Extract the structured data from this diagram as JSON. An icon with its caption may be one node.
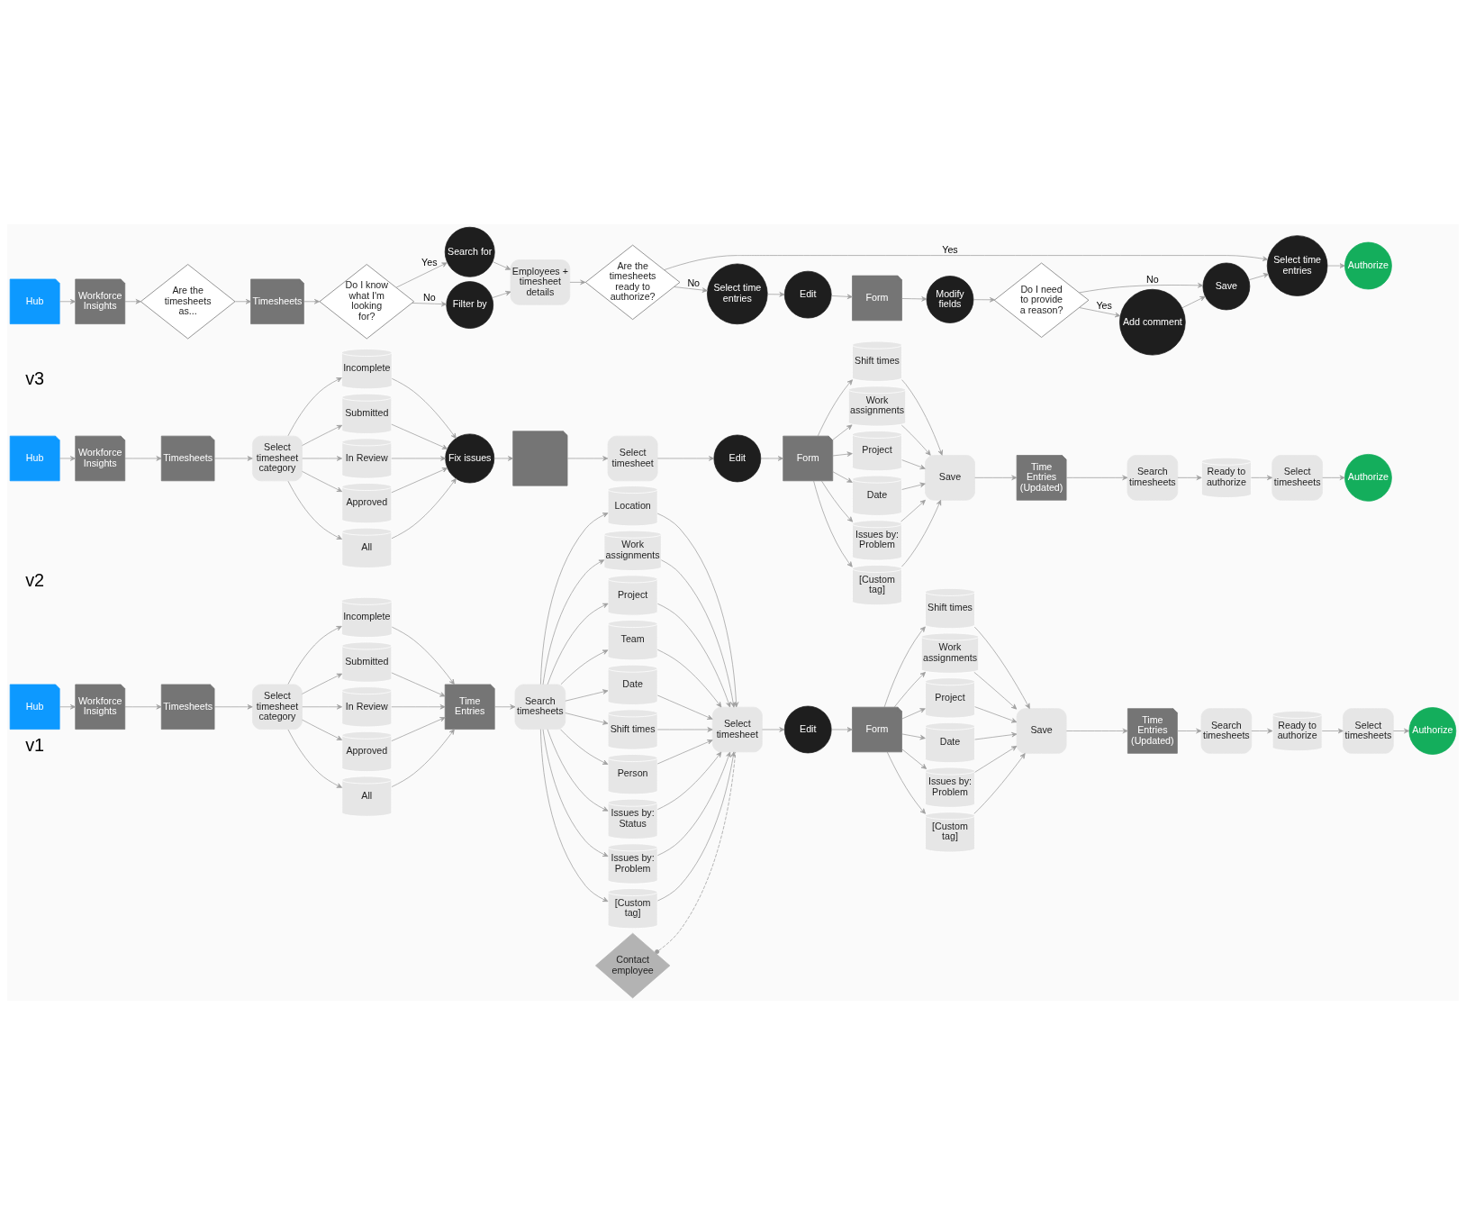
{
  "diagram": {
    "nodes": [
      {
        "text": [
          "Hub"
        ]
      },
      {
        "text": [
          "Workforce Insights"
        ]
      },
      {
        "text": [
          "Timesheets"
        ]
      },
      {
        "text": [
          "Select timesheet category"
        ]
      },
      {
        "text": [
          "Incomplete"
        ]
      },
      {
        "text": [
          "Submitted"
        ]
      },
      {
        "text": [
          "In Review"
        ]
      },
      {
        "text": [
          "Approved"
        ]
      },
      {
        "text": [
          "All"
        ]
      },
      {
        "text": [
          "Time Entries"
        ]
      },
      {
        "text": [
          "Search timesheets"
        ]
      },
      {
        "text": [
          "Location"
        ]
      },
      {
        "text": [
          "Work assignments"
        ]
      },
      {
        "text": [
          "Project"
        ]
      },
      {
        "text": [
          "Team"
        ]
      },
      {
        "text": [
          "Date"
        ]
      },
      {
        "text": [
          "Shift times"
        ]
      },
      {
        "text": [
          "Person"
        ]
      },
      {
        "text": [
          "Issues by: Status"
        ]
      },
      {
        "text": [
          "Issues by: Problem"
        ]
      },
      {
        "text": [
          "[Custom tag]"
        ]
      },
      {
        "text": [
          "Contact employee"
        ]
      },
      {
        "text": [
          "Select timesheet"
        ]
      },
      {
        "text": [
          "Edit"
        ]
      },
      {
        "text": [
          "Form"
        ]
      },
      {
        "text": [
          "Shift times"
        ]
      },
      {
        "text": [
          "Work assignments"
        ]
      },
      {
        "text": [
          "Project"
        ]
      },
      {
        "text": [
          "Date"
        ]
      },
      {
        "text": [
          "Issues by: Problem"
        ]
      },
      {
        "text": [
          "[Custom tag]"
        ]
      },
      {
        "text": [
          "Save"
        ]
      },
      {
        "text": [
          "Time Entries (Updated)"
        ]
      },
      {
        "text": [
          "Search timesheets"
        ]
      },
      {
        "text": [
          "Ready to authorize"
        ]
      },
      {
        "text": [
          "Select timesheets"
        ]
      },
      {
        "text": [
          "Authorize"
        ]
      },
      {
        "text": [
          "Hub"
        ]
      },
      {
        "text": [
          "Workforce Insights"
        ]
      },
      {
        "text": [
          "Timesheets"
        ]
      },
      {
        "text": [
          "Select timesheet category"
        ]
      },
      {
        "text": [
          "Incomplete"
        ]
      },
      {
        "text": [
          "Submitted"
        ]
      },
      {
        "text": [
          "In Review"
        ]
      },
      {
        "text": [
          "Approved"
        ]
      },
      {
        "text": [
          "All"
        ]
      },
      {
        "text": [
          "Fix issues"
        ]
      },
      {
        "text": [],
        "shape": "document"
      },
      {
        "text": [
          "Select timesheet"
        ]
      },
      {
        "text": [
          "Edit"
        ]
      },
      {
        "text": [
          "Form"
        ]
      },
      {
        "text": [
          "Shift times"
        ]
      },
      {
        "text": [
          "Work assignments"
        ]
      },
      {
        "text": [
          "Project"
        ]
      },
      {
        "text": [
          "Date"
        ]
      },
      {
        "text": [
          "Issues by: Problem"
        ]
      },
      {
        "text": [
          "[Custom tag]"
        ]
      },
      {
        "text": [
          "Save"
        ]
      },
      {
        "text": [
          "Time Entries (Updated)"
        ]
      },
      {
        "text": [
          "Search timesheets"
        ]
      },
      {
        "text": [
          "Ready to authorize"
        ]
      },
      {
        "text": [
          "Select timesheets"
        ]
      },
      {
        "text": [
          "Authorize"
        ]
      },
      {
        "text": [
          "Hub"
        ]
      },
      {
        "text": [
          "Workforce Insights"
        ]
      },
      {
        "text": [
          "Are the timesheets as..."
        ]
      },
      {
        "text": [
          "Timesheets"
        ]
      },
      {
        "text": [
          "Do I know what I'm looking for?"
        ]
      },
      {
        "text": [
          "Search for"
        ]
      },
      {
        "text": [
          "Filter by"
        ]
      },
      {
        "text": [
          "Employees + timesheet details"
        ]
      },
      {
        "text": [
          "Are the timesheets ready to authorize?"
        ]
      },
      {
        "text": [
          "Select time entries"
        ]
      },
      {
        "text": [
          "Authorize"
        ]
      },
      {
        "text": [
          "Select time entries"
        ]
      },
      {
        "text": [
          "Edit"
        ]
      },
      {
        "text": [
          "Form"
        ]
      },
      {
        "text": [
          "Modify fields"
        ]
      },
      {
        "text": [
          "Do I need to provide a reason?"
        ]
      },
      {
        "text": [
          "Save"
        ]
      },
      {
        "text": [
          "Add comment"
        ]
      }
    ],
    "edges": [
      {
        "from": 0,
        "to": 1,
        "arrow": "to"
      },
      {
        "from": 1,
        "to": 2,
        "arrow": "to"
      },
      {
        "from": 2,
        "to": 3,
        "arrow": "to"
      },
      {
        "from": 3,
        "to": 4,
        "arrow": "to"
      },
      {
        "from": 3,
        "to": 5,
        "arrow": "to"
      },
      {
        "from": 3,
        "to": 6,
        "arrow": "to"
      },
      {
        "from": 3,
        "to": 7,
        "arrow": "to"
      },
      {
        "from": 3,
        "to": 8,
        "arrow": "to"
      },
      {
        "from": 4,
        "to": 9,
        "arrow": "to"
      },
      {
        "from": 5,
        "to": 9,
        "arrow": "to"
      },
      {
        "from": 6,
        "to": 9,
        "arrow": "to"
      },
      {
        "from": 7,
        "to": 9,
        "arrow": "to"
      },
      {
        "from": 8,
        "to": 9,
        "arrow": "to"
      },
      {
        "from": 9,
        "to": 10,
        "arrow": "to"
      },
      {
        "from": 10,
        "to": 11,
        "arrow": "to"
      },
      {
        "from": 10,
        "to": 12,
        "arrow": "to"
      },
      {
        "from": 10,
        "to": 13,
        "arrow": "to"
      },
      {
        "from": 10,
        "to": 14,
        "arrow": "to"
      },
      {
        "from": 10,
        "to": 15,
        "arrow": "to"
      },
      {
        "from": 10,
        "to": 16,
        "arrow": "to"
      },
      {
        "from": 10,
        "to": 17,
        "arrow": "to"
      },
      {
        "from": 10,
        "to": 18,
        "arrow": "to"
      },
      {
        "from": 10,
        "to": 19,
        "arrow": "to"
      },
      {
        "from": 10,
        "to": 20,
        "arrow": "to"
      },
      {
        "from": 11,
        "to": 22,
        "arrow": "to"
      },
      {
        "from": 12,
        "to": 22,
        "arrow": "to"
      },
      {
        "from": 13,
        "to": 22,
        "arrow": "to"
      },
      {
        "from": 14,
        "to": 22,
        "arrow": "to"
      },
      {
        "from": 15,
        "to": 22,
        "arrow": "to"
      },
      {
        "from": 16,
        "to": 22,
        "arrow": "to"
      },
      {
        "from": 17,
        "to": 22,
        "arrow": "to"
      },
      {
        "from": 18,
        "to": 22,
        "arrow": "to"
      },
      {
        "from": 19,
        "to": 22,
        "arrow": "to"
      },
      {
        "from": 20,
        "to": 22,
        "arrow": "to"
      },
      {
        "from": 21,
        "to": 22,
        "arrow": "other",
        "style": "dashed"
      },
      {
        "from": 22,
        "to": 23,
        "arrow": "to"
      },
      {
        "from": 23,
        "to": 24,
        "arrow": "to"
      },
      {
        "from": 24,
        "to": 25,
        "arrow": "to"
      },
      {
        "from": 24,
        "to": 26,
        "arrow": "to"
      },
      {
        "from": 24,
        "to": 27,
        "arrow": "to"
      },
      {
        "from": 24,
        "to": 28,
        "arrow": "to"
      },
      {
        "from": 24,
        "to": 29,
        "arrow": "to"
      },
      {
        "from": 24,
        "to": 30,
        "arrow": "to"
      },
      {
        "from": 25,
        "to": 31,
        "arrow": "to"
      },
      {
        "from": 26,
        "to": 31,
        "arrow": "to"
      },
      {
        "from": 27,
        "to": 31,
        "arrow": "to"
      },
      {
        "from": 28,
        "to": 31,
        "arrow": "to"
      },
      {
        "from": 29,
        "to": 31,
        "arrow": "to"
      },
      {
        "from": 30,
        "to": 31,
        "arrow": "to"
      },
      {
        "from": 31,
        "to": 32,
        "arrow": "to"
      },
      {
        "from": 32,
        "to": 33,
        "arrow": "to"
      },
      {
        "from": 33,
        "to": 34,
        "arrow": "to"
      },
      {
        "from": 34,
        "to": 35,
        "arrow": "to"
      },
      {
        "from": 35,
        "to": 36,
        "arrow": "to"
      },
      {
        "from": 37,
        "to": 38,
        "arrow": "to"
      },
      {
        "from": 38,
        "to": 39,
        "arrow": "to"
      },
      {
        "from": 39,
        "to": 40,
        "arrow": "to"
      },
      {
        "from": 40,
        "to": 41,
        "arrow": "to"
      },
      {
        "from": 40,
        "to": 42,
        "arrow": "to"
      },
      {
        "from": 40,
        "to": 43,
        "arrow": "to"
      },
      {
        "from": 40,
        "to": 44,
        "arrow": "to"
      },
      {
        "from": 40,
        "to": 45,
        "arrow": "to"
      },
      {
        "from": 41,
        "to": 46,
        "arrow": "to"
      },
      {
        "from": 42,
        "to": 46,
        "arrow": "to"
      },
      {
        "from": 43,
        "to": 46,
        "arrow": "to"
      },
      {
        "from": 44,
        "to": 46,
        "arrow": "to"
      },
      {
        "from": 45,
        "to": 46,
        "arrow": "to"
      },
      {
        "from": 46,
        "to": 47,
        "arrow": "to"
      },
      {
        "from": 47,
        "to": 48,
        "arrow": "to"
      },
      {
        "from": 48,
        "to": 49,
        "arrow": "to"
      },
      {
        "from": 49,
        "to": 50,
        "arrow": "to"
      },
      {
        "from": 50,
        "to": 51,
        "arrow": "to"
      },
      {
        "from": 50,
        "to": 52,
        "arrow": "to"
      },
      {
        "from": 50,
        "to": 53,
        "arrow": "to"
      },
      {
        "from": 50,
        "to": 54,
        "arrow": "to"
      },
      {
        "from": 50,
        "to": 55,
        "arrow": "to"
      },
      {
        "from": 50,
        "to": 56,
        "arrow": "to"
      },
      {
        "from": 51,
        "to": 57,
        "arrow": "to"
      },
      {
        "from": 52,
        "to": 57,
        "arrow": "to"
      },
      {
        "from": 53,
        "to": 57,
        "arrow": "to"
      },
      {
        "from": 54,
        "to": 57,
        "arrow": "to"
      },
      {
        "from": 55,
        "to": 57,
        "arrow": "to"
      },
      {
        "from": 56,
        "to": 57,
        "arrow": "to"
      },
      {
        "from": 57,
        "to": 58,
        "arrow": "to"
      },
      {
        "from": 58,
        "to": 59,
        "arrow": "to"
      },
      {
        "from": 59,
        "to": 60,
        "arrow": "to"
      },
      {
        "from": 60,
        "to": 61,
        "arrow": "to"
      },
      {
        "from": 61,
        "to": 62,
        "arrow": "to"
      },
      {
        "from": 63,
        "to": 64,
        "arrow": "to"
      },
      {
        "from": 64,
        "to": 65,
        "arrow": "to"
      },
      {
        "from": 65,
        "to": 66,
        "arrow": "to"
      },
      {
        "from": 66,
        "to": 67,
        "arrow": "to"
      },
      {
        "from": 67,
        "to": 68,
        "arrow": "to",
        "label": "Yes"
      },
      {
        "from": 67,
        "to": 69,
        "arrow": "to",
        "label": "No"
      },
      {
        "from": 68,
        "to": 70,
        "arrow": "to"
      },
      {
        "from": 69,
        "to": 70,
        "arrow": "to"
      },
      {
        "from": 70,
        "to": 71,
        "arrow": "to"
      },
      {
        "from": 71,
        "to": 72,
        "arrow": "to",
        "label": "Yes"
      },
      {
        "from": 71,
        "to": 74,
        "arrow": "to",
        "label": "No"
      },
      {
        "from": 72,
        "to": 73,
        "arrow": "to"
      },
      {
        "from": 74,
        "to": 75,
        "arrow": "to"
      },
      {
        "from": 75,
        "to": 76,
        "arrow": "to"
      },
      {
        "from": 76,
        "to": 77,
        "arrow": "to"
      },
      {
        "from": 77,
        "to": 78,
        "arrow": "to"
      },
      {
        "from": 78,
        "to": 79,
        "arrow": "to",
        "label": "No"
      },
      {
        "from": 78,
        "to": 80,
        "arrow": "to",
        "label": "Yes"
      },
      {
        "from": 80,
        "to": 79,
        "arrow": "to"
      },
      {
        "from": 79,
        "to": 72,
        "arrow": "to"
      }
    ],
    "labels": [
      "v1",
      "v2",
      "v3"
    ]
  }
}
